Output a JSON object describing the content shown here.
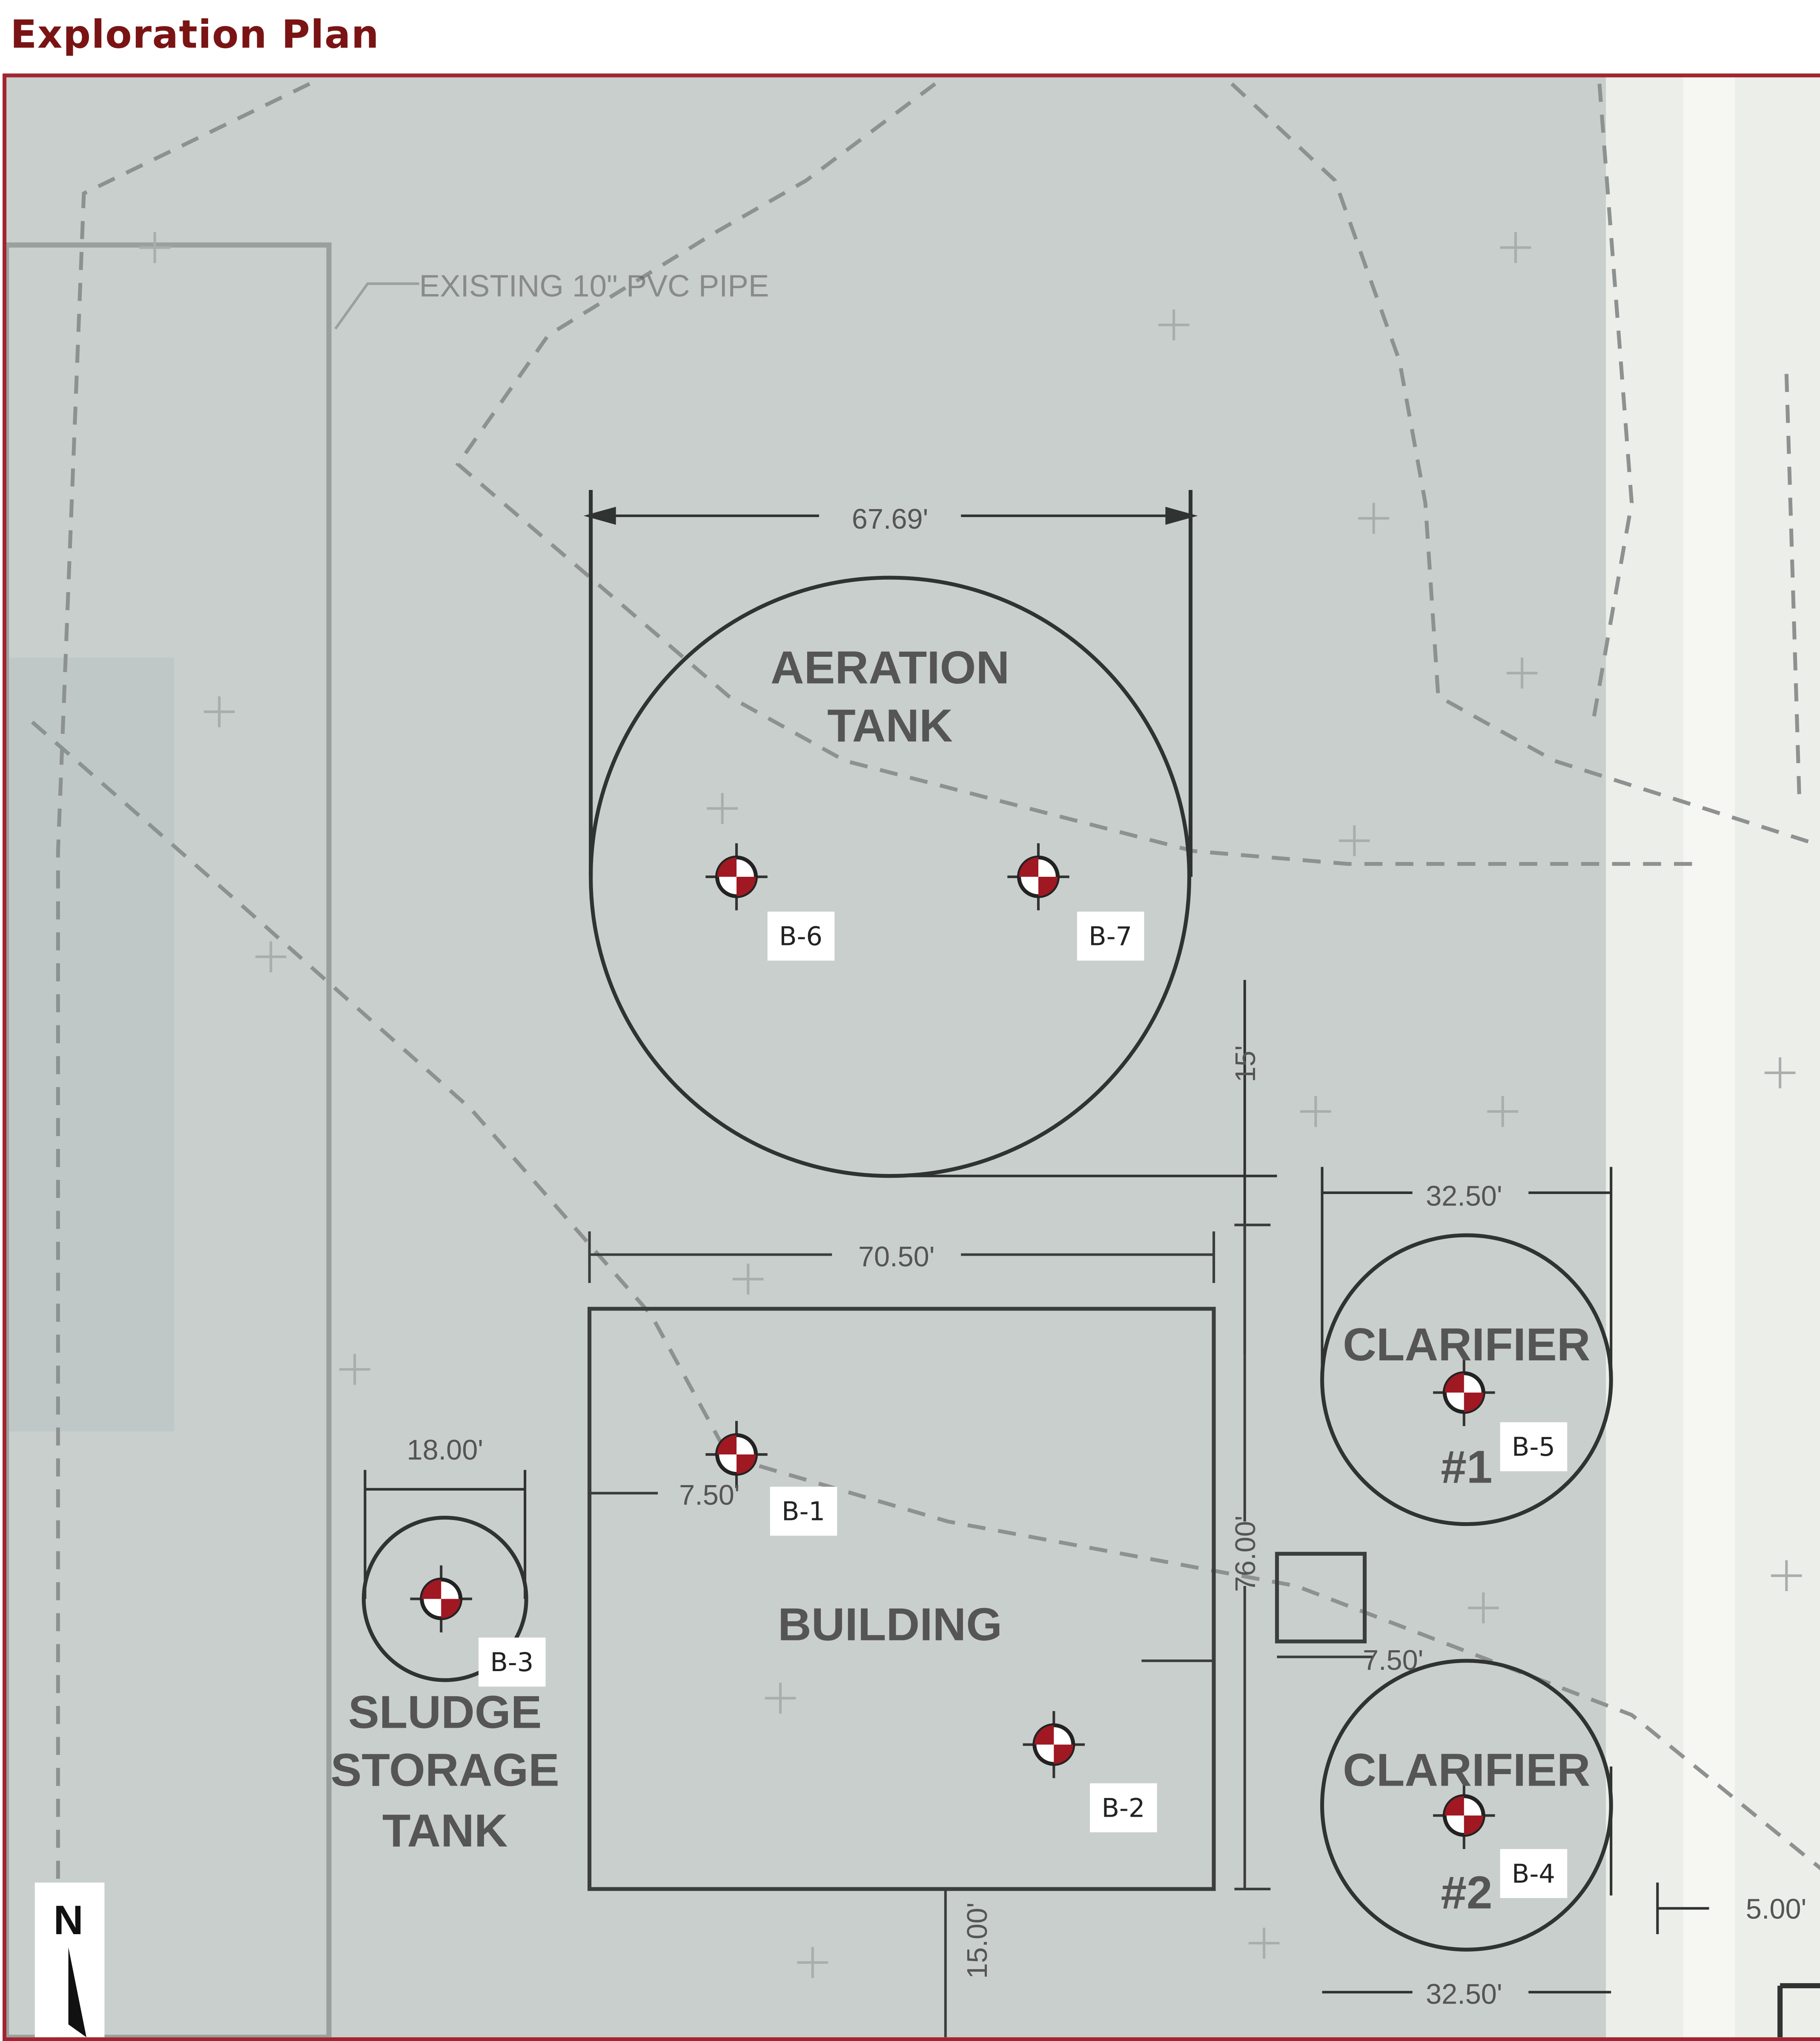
{
  "title": "Exploration Plan",
  "colors": {
    "title": "#7a1414",
    "frame_border": "#a02530",
    "map_background": "#c9cfcc",
    "boring_marker_red": "#a01822",
    "label_background": "#ffffff"
  },
  "map": {
    "pipe_label": "EXISTING 10\" PVC PIPE",
    "structures": {
      "aeration_tank": {
        "line1": "AERATION",
        "line2": "TANK"
      },
      "building": {
        "label": "BUILDING"
      },
      "sludge_tank": {
        "line1": "SLUDGE",
        "line2": "STORAGE",
        "line3": "TANK"
      },
      "clarifier1": {
        "line1": "CLARIFIER",
        "line2": "#1"
      },
      "clarifier2": {
        "line1": "CLARIFIER",
        "line2": "#2"
      }
    },
    "dimensions": {
      "aeration_width": "67.69'",
      "building_width": "70.50'",
      "building_height": "76.00'",
      "sludge_width": "18.00'",
      "clarifier1_width": "32.50'",
      "clarifier2_width": "32.50'",
      "setback_15": "15'",
      "building_offset": "7.50'",
      "clarifier_offset": "7.50'",
      "right_offset": "5.00'",
      "bottom_offset": "15.00'"
    },
    "borings": [
      {
        "id": "B-1"
      },
      {
        "id": "B-2"
      },
      {
        "id": "B-3"
      },
      {
        "id": "B-4"
      },
      {
        "id": "B-5"
      },
      {
        "id": "B-6"
      },
      {
        "id": "B-7"
      }
    ],
    "north_arrow": "N"
  }
}
